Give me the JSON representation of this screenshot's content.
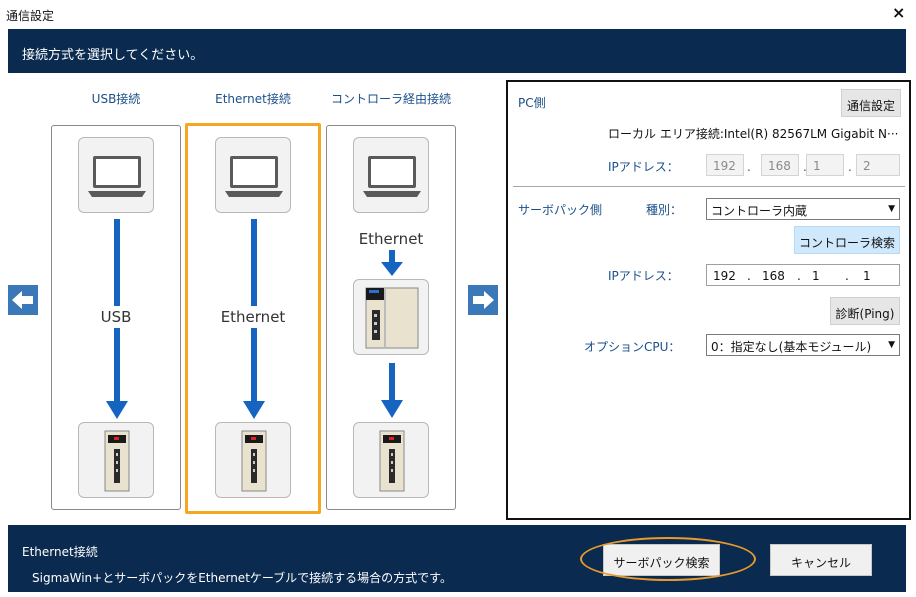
{
  "window": {
    "title": "通信設定",
    "close_label": "×"
  },
  "banner": {
    "instruction": "接続方式を選択してください。"
  },
  "methods": [
    {
      "label": "USB接続",
      "cable": "USB",
      "selected": false
    },
    {
      "label": "Ethernet接続",
      "cable": "Ethernet",
      "selected": true
    },
    {
      "label": "コントローラ経由接続",
      "cable": "Ethernet",
      "selected": false
    }
  ],
  "icons": {
    "pc": "laptop-icon",
    "servo": "servopack-icon",
    "controller": "controller-icon",
    "prev": "arrow-left-icon",
    "next": "arrow-right-icon"
  },
  "pc_side": {
    "label": "PC側",
    "settings_button": "通信設定",
    "adapter": "ローカル エリア接続:Intel(R) 82567LM Gigabit N···",
    "ip_label": "IPアドレス：",
    "ip": [
      "192",
      "168",
      "1",
      "2"
    ]
  },
  "servo_side": {
    "label": "サーボパック側",
    "type_label": "種別：",
    "type_value": "コントローラ内蔵",
    "controller_search_button": "コントローラ検索",
    "ip_label": "IPアドレス：",
    "ip": [
      "192",
      "168",
      "1",
      "1"
    ],
    "ping_button": "診断(Ping)",
    "option_cpu_label": "オプションCPU：",
    "option_cpu_value": "0：指定なし(基本モジュール)"
  },
  "footer": {
    "method_title": "Ethernet接続",
    "description": "SigmaWin+とサーボパックをEthernetケーブルで接続する場合の方式です。",
    "search_button": "サーボパック検索",
    "cancel_button": "キャンセル"
  },
  "colors": {
    "banner": "#0a2a4f",
    "accent_arrow": "#1565c0",
    "selection": "#f5a623",
    "nav_arrow": "#3b78b8",
    "search_btn_bg": "#cfe8fc"
  }
}
